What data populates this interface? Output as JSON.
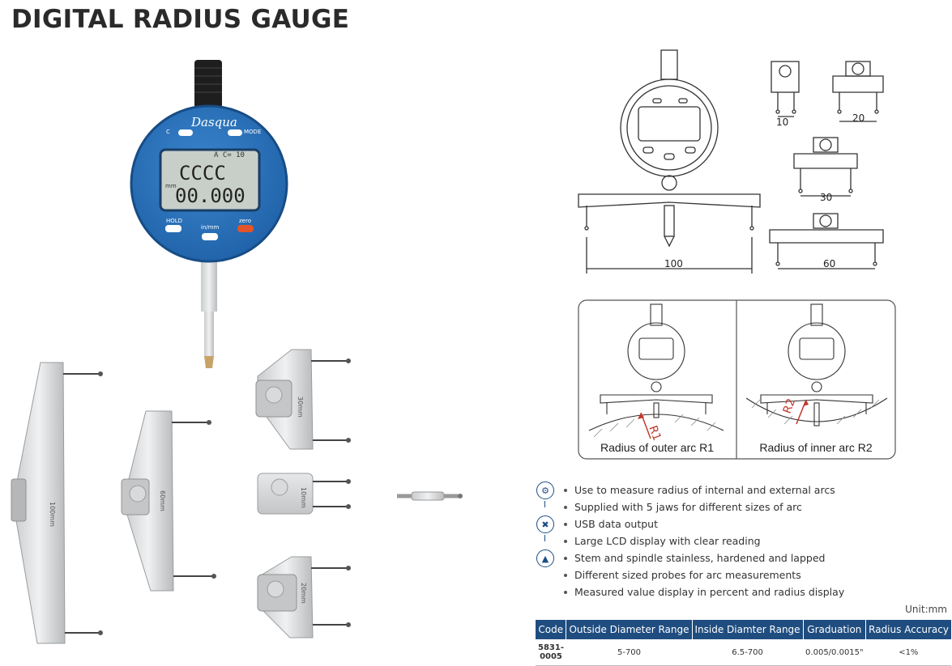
{
  "title": "DIGITAL RADIUS GAUGE",
  "gauge": {
    "brand": "Dasqua",
    "btn_c": "C",
    "btn_mode": "MODE",
    "lcd_top": "A  C= 10",
    "lcd_mid": "CCCC",
    "lcd_unit": "mm",
    "lcd_reading": "00.000",
    "btn_hold": "HOLD",
    "btn_inmm": "in/mm",
    "btn_zero": "zero"
  },
  "jaws": [
    "100mm",
    "60mm",
    "30mm",
    "10mm",
    "20mm"
  ],
  "dimensions": [
    "100",
    "10",
    "20",
    "30",
    "60"
  ],
  "usage": {
    "outer_label": "Radius of outer arc R1",
    "inner_label": "Radius of  inner arc R2",
    "r1": "R1",
    "r2": "R2"
  },
  "features": [
    "Use to measure radius of internal and external arcs",
    "Supplied with 5 jaws for different sizes of arc",
    "USB data output",
    "Large LCD display with clear reading",
    "Stem and spindle stainless, hardened and lapped",
    "Different sized probes for arc measurements",
    "Measured value display in percent and radius display"
  ],
  "feature_icons": [
    "gear-icon",
    "tools-icon",
    "trophy-icon"
  ],
  "unit": "Unit:mm",
  "table": {
    "headers": [
      "Code",
      "Outside Diameter Range",
      "Inside Diamter Range",
      "Graduation",
      "Radius Accuracy"
    ],
    "rows": [
      [
        "5831-0005",
        "5-700",
        "6.5-700",
        "0.005/0.0015\"",
        "<1%"
      ]
    ]
  },
  "colors": {
    "brand_blue": "#2a6fb8",
    "header_blue": "#1f4d80",
    "zero_red": "#e2552b",
    "arc_red": "#c0392b"
  }
}
